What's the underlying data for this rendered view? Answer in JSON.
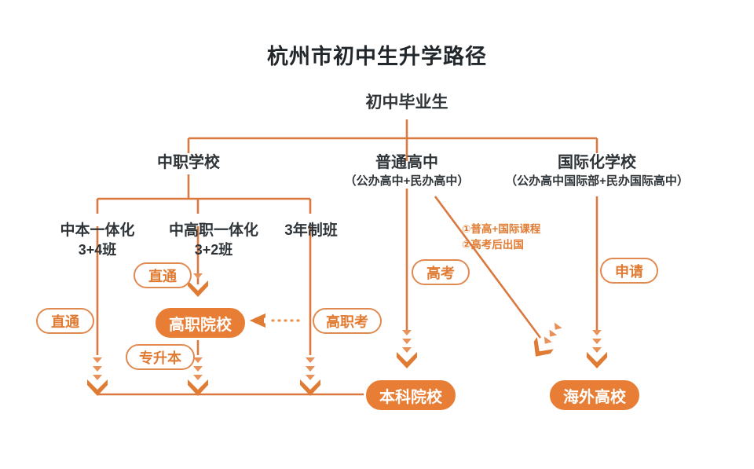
{
  "meta": {
    "accent": "#E07B33",
    "accent_line": "#D9793F",
    "accent_fill": "#E87E35",
    "text_dark": "#2f3438"
  },
  "title": "杭州市初中生升学路径",
  "root": {
    "label": "初中毕业生"
  },
  "level1": [
    {
      "id": "vocational",
      "label": "中职学校",
      "sub": ""
    },
    {
      "id": "regular-high",
      "label": "普通高中",
      "sub": "（公办高中+民办高中）"
    },
    {
      "id": "international",
      "label": "国际化学校",
      "sub": "（公办高中国际部+民办国际高中）"
    }
  ],
  "level2": [
    {
      "id": "zhongben",
      "label": "中本一体化",
      "sub": "3+4班"
    },
    {
      "id": "zhonggaozhi",
      "label": "中高职一体化",
      "sub": "3+2班"
    },
    {
      "id": "three-year",
      "label": "3年制班",
      "sub": ""
    }
  ],
  "pills": [
    {
      "id": "zhitong-left",
      "label": "直通"
    },
    {
      "id": "zhitong-mid",
      "label": "直通"
    },
    {
      "id": "zhuanshengben",
      "label": "专升本"
    },
    {
      "id": "gaozhikao",
      "label": "高职考"
    },
    {
      "id": "gaokao",
      "label": "高考"
    },
    {
      "id": "shenqing",
      "label": "申请"
    }
  ],
  "terminals": [
    {
      "id": "gaozhi-yuanxiao",
      "label": "高职院校"
    },
    {
      "id": "benke-yuanxiao",
      "label": "本科院校"
    },
    {
      "id": "haiwai-gaoxiao",
      "label": "海外高校"
    }
  ],
  "notes": {
    "international_paths": {
      "line1": "①普高+国际课程",
      "line2": "②高考后出国"
    }
  }
}
